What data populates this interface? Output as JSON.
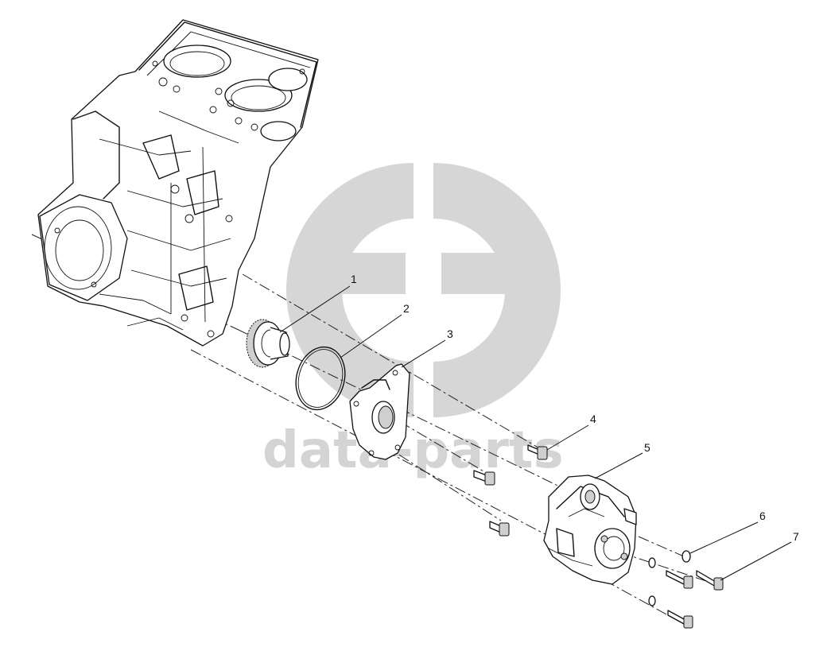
{
  "watermark": {
    "text": "data-parts",
    "color": "#d4d4d4"
  },
  "callouts": [
    {
      "id": "1",
      "label": "1"
    },
    {
      "id": "2",
      "label": "2"
    },
    {
      "id": "3",
      "label": "3"
    },
    {
      "id": "4",
      "label": "4"
    },
    {
      "id": "5",
      "label": "5"
    },
    {
      "id": "6",
      "label": "6"
    },
    {
      "id": "7",
      "label": "7"
    }
  ],
  "parts": [
    {
      "name": "engine-block"
    },
    {
      "name": "drive-gear"
    },
    {
      "name": "o-ring"
    },
    {
      "name": "adapter-plate"
    },
    {
      "name": "flange-bolt"
    },
    {
      "name": "fuel-injection-pump"
    },
    {
      "name": "washer"
    },
    {
      "name": "bolt"
    }
  ]
}
